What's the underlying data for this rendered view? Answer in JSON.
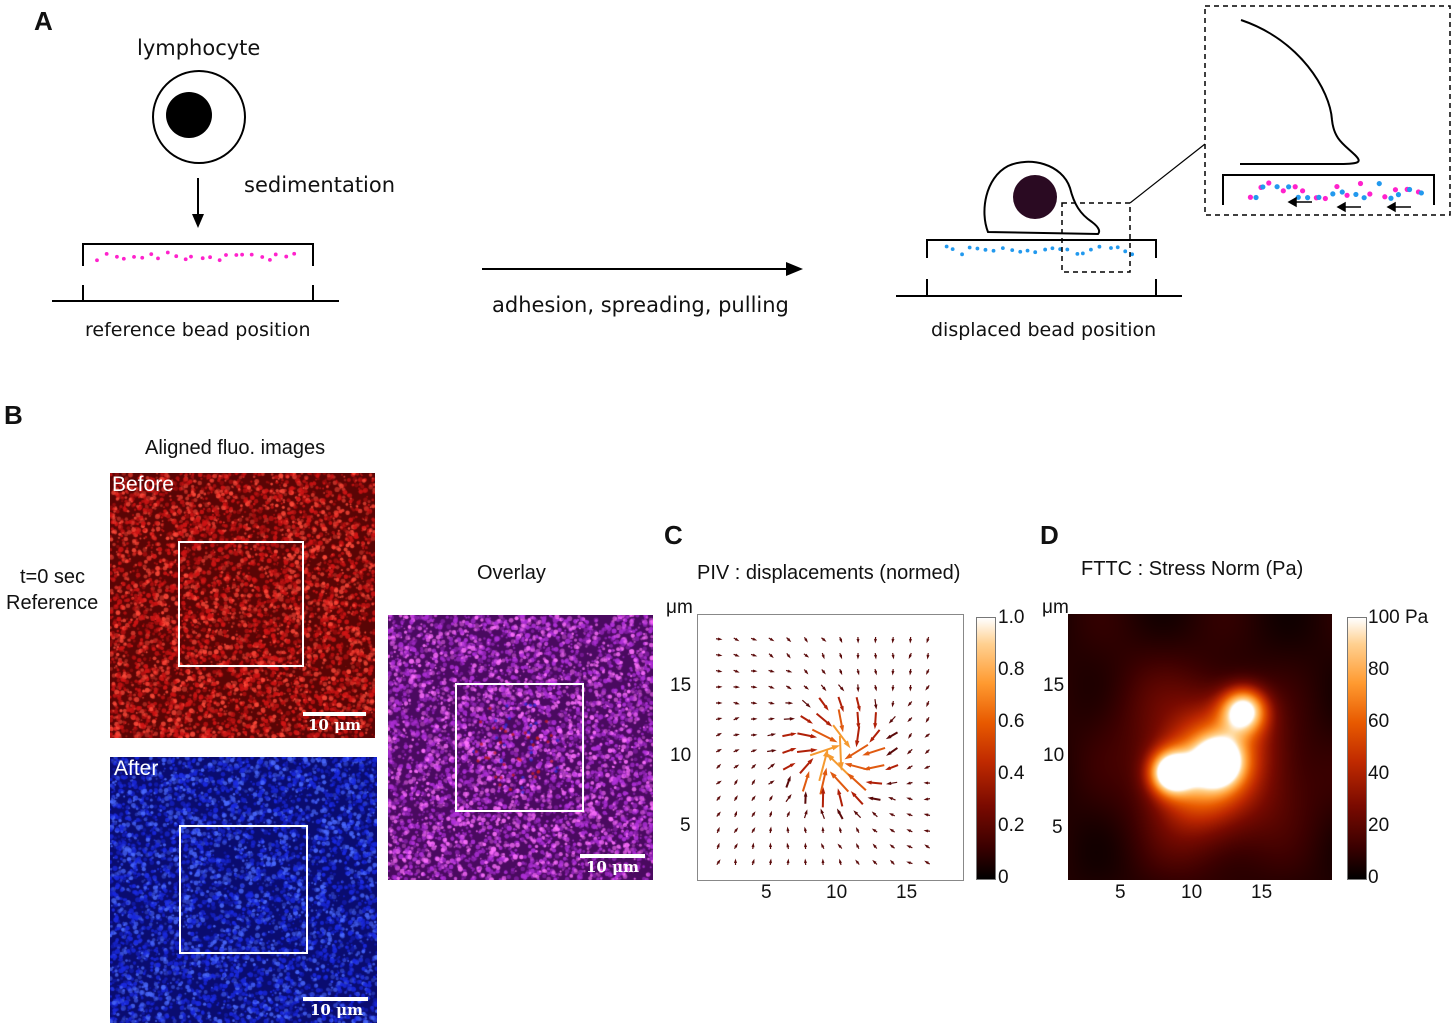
{
  "panel_a": {
    "letter": "A",
    "cell_label": "lymphocyte",
    "arrow_label": "sedimentation",
    "reference_label": "reference  bead position",
    "process_label": "adhesion, spreading, pulling",
    "displaced_label": "displaced bead position"
  },
  "panel_b": {
    "letter": "B",
    "title": "Aligned fluo. images",
    "time_label_1": "t=0 sec",
    "time_label_2": "Reference",
    "before_label": "Before",
    "after_label": "After",
    "overlay_label": "Overlay",
    "scale_bar_label": "10 μm"
  },
  "panel_c": {
    "letter": "C",
    "title": "PIV : displacements (normed)",
    "unit": "μm",
    "y_ticks": [
      "15",
      "10",
      "5"
    ],
    "x_ticks": [
      "5",
      "10",
      "15"
    ],
    "colorbar_ticks": [
      "1.0",
      "0.8",
      "0.6",
      "0.4",
      "0.2",
      "0"
    ]
  },
  "panel_d": {
    "letter": "D",
    "title": "FTTC : Stress Norm (Pa)",
    "unit": "μm",
    "y_ticks": [
      "15",
      "10",
      "5"
    ],
    "x_ticks": [
      "5",
      "10",
      "15"
    ],
    "colorbar_ticks": [
      "100 Pa",
      "80",
      "60",
      "40",
      "20",
      "0"
    ]
  },
  "colors": {
    "bead_magenta": "#ff22cc",
    "bead_blue": "#2299ee",
    "before_red": "#cc1111",
    "after_blue": "#1122dd",
    "overlay_purple": "#aa22cc"
  }
}
